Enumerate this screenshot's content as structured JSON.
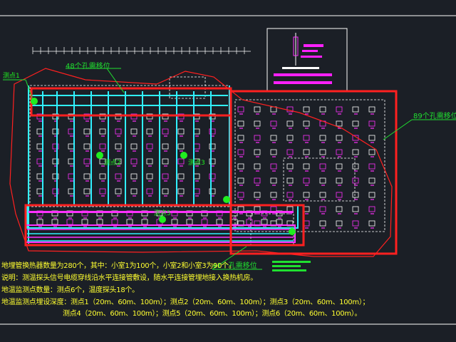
{
  "drawing": {
    "background": "#1b1f26",
    "colors": {
      "notes": "#ffff30",
      "labels": "#20e030",
      "boundary": "#ff2020",
      "pipes": "#30f0ff",
      "headers": "#ff20ff",
      "grid": "#ffffff"
    }
  },
  "callouts": {
    "zone_a": "48个孔需移位",
    "zone_b": "89个孔需移位",
    "zone_c": "41个孔需移位"
  },
  "points": {
    "p1": "测点1",
    "p2": "测点2",
    "p3": "测点3",
    "p5": "测点5"
  },
  "notes": {
    "line1": "地埋管换热器数量为280个，其中：小室1为100个，小室2和小室3为90个。",
    "line2": "说明：测温探头信号电缆穿线沿水平连接管敷设，随水平连接管埋地接入换热机房。",
    "line3": "地温监测点数量：测点6个，温度探头18个。",
    "line4": "地温监测点埋设深度：测点1（20m、60m、100m）；测点2（20m、60m、100m）；测点3（20m、60m、100m）；",
    "line5": "测点4（20m、60m、100m）；测点5（20m、60m、100m）；测点6（20m、60m、100m）。"
  }
}
